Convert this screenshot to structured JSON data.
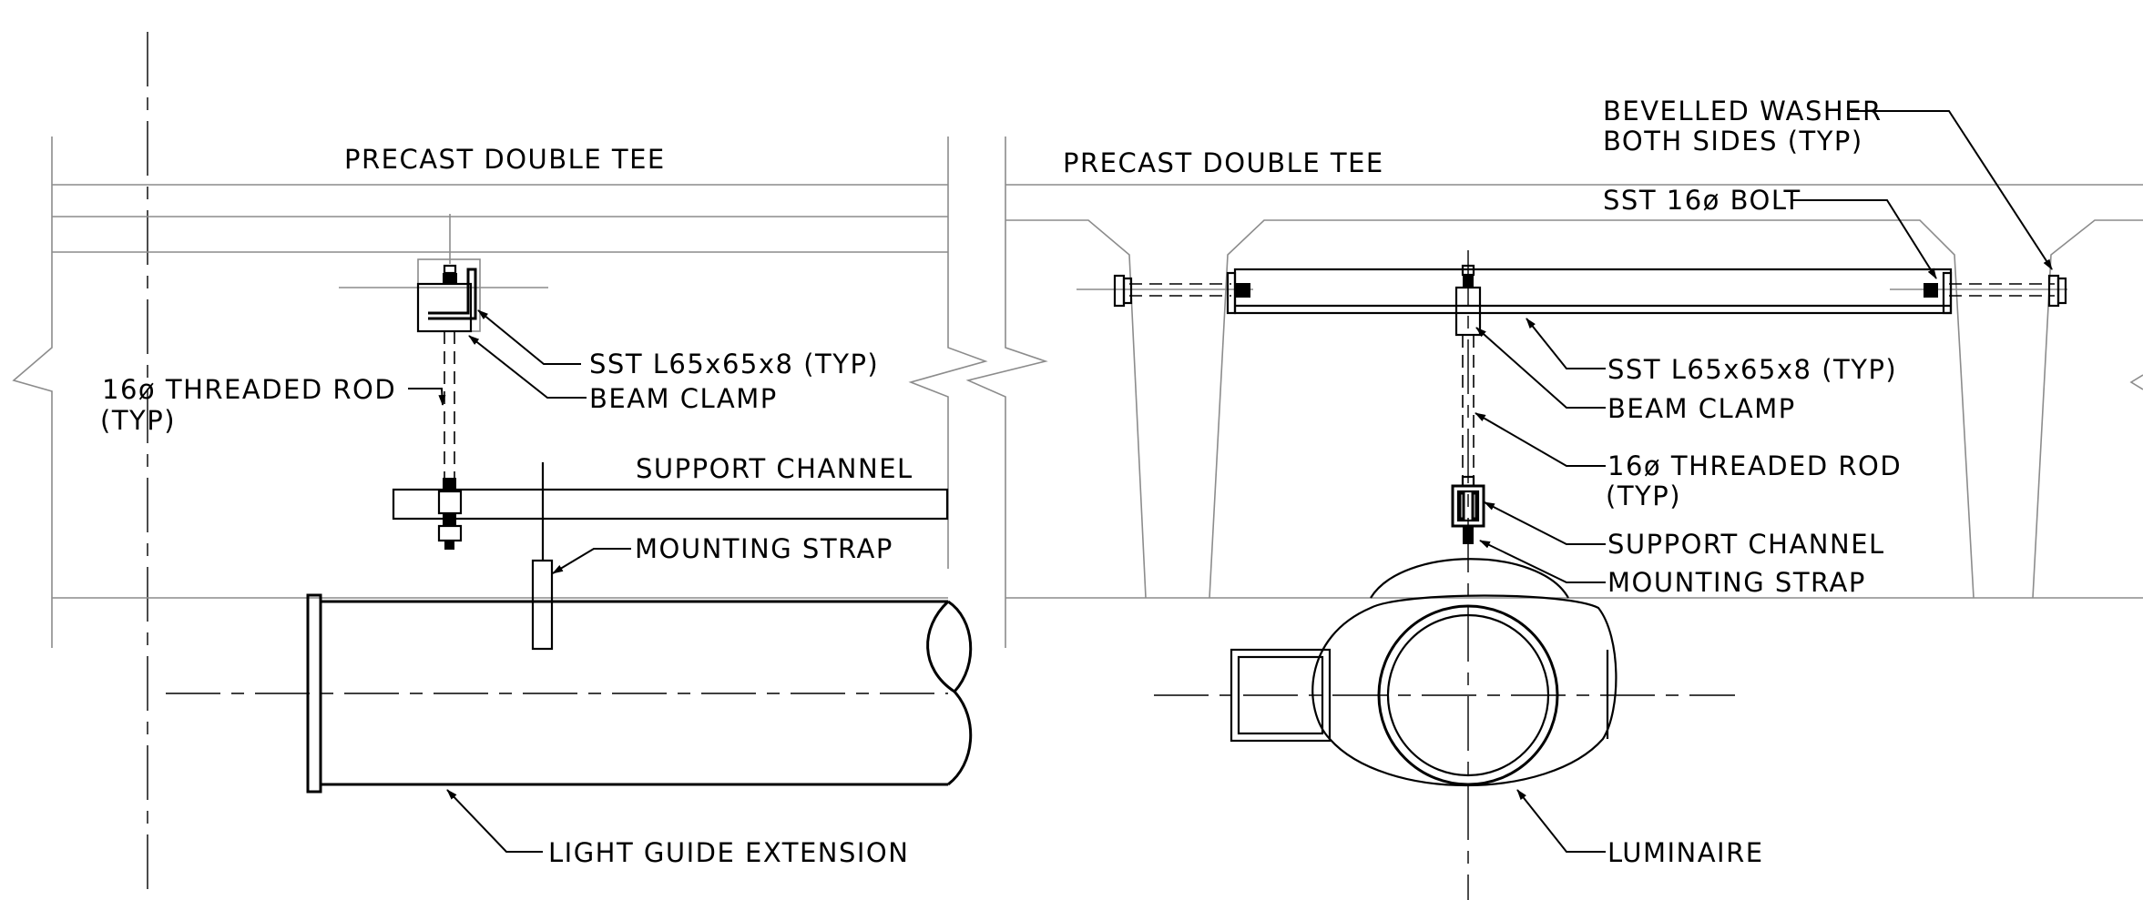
{
  "left_view": {
    "labels": {
      "precast_double_tee": "PRECAST DOUBLE TEE",
      "sst_angle": "SST L65x65x8 (TYP)",
      "threaded_rod_line1": "16ø THREADED ROD",
      "threaded_rod_line2": "(TYP)",
      "beam_clamp": "BEAM CLAMP",
      "support_channel": "SUPPORT CHANNEL",
      "mounting_strap": "MOUNTING STRAP",
      "light_guide_extension": "LIGHT GUIDE EXTENSION"
    }
  },
  "right_view": {
    "labels": {
      "precast_double_tee": "PRECAST DOUBLE TEE",
      "bevelled_washer_line1": "BEVELLED WASHER",
      "bevelled_washer_line2": "BOTH SIDES (TYP)",
      "sst_bolt": "SST 16ø BOLT",
      "sst_angle": "SST L65x65x8 (TYP)",
      "beam_clamp": "BEAM CLAMP",
      "threaded_rod_line1": "16ø THREADED ROD",
      "threaded_rod_line2": "(TYP)",
      "support_channel": "SUPPORT CHANNEL",
      "mounting_strap": "MOUNTING STRAP",
      "luminaire": "LUMINAIRE"
    }
  }
}
